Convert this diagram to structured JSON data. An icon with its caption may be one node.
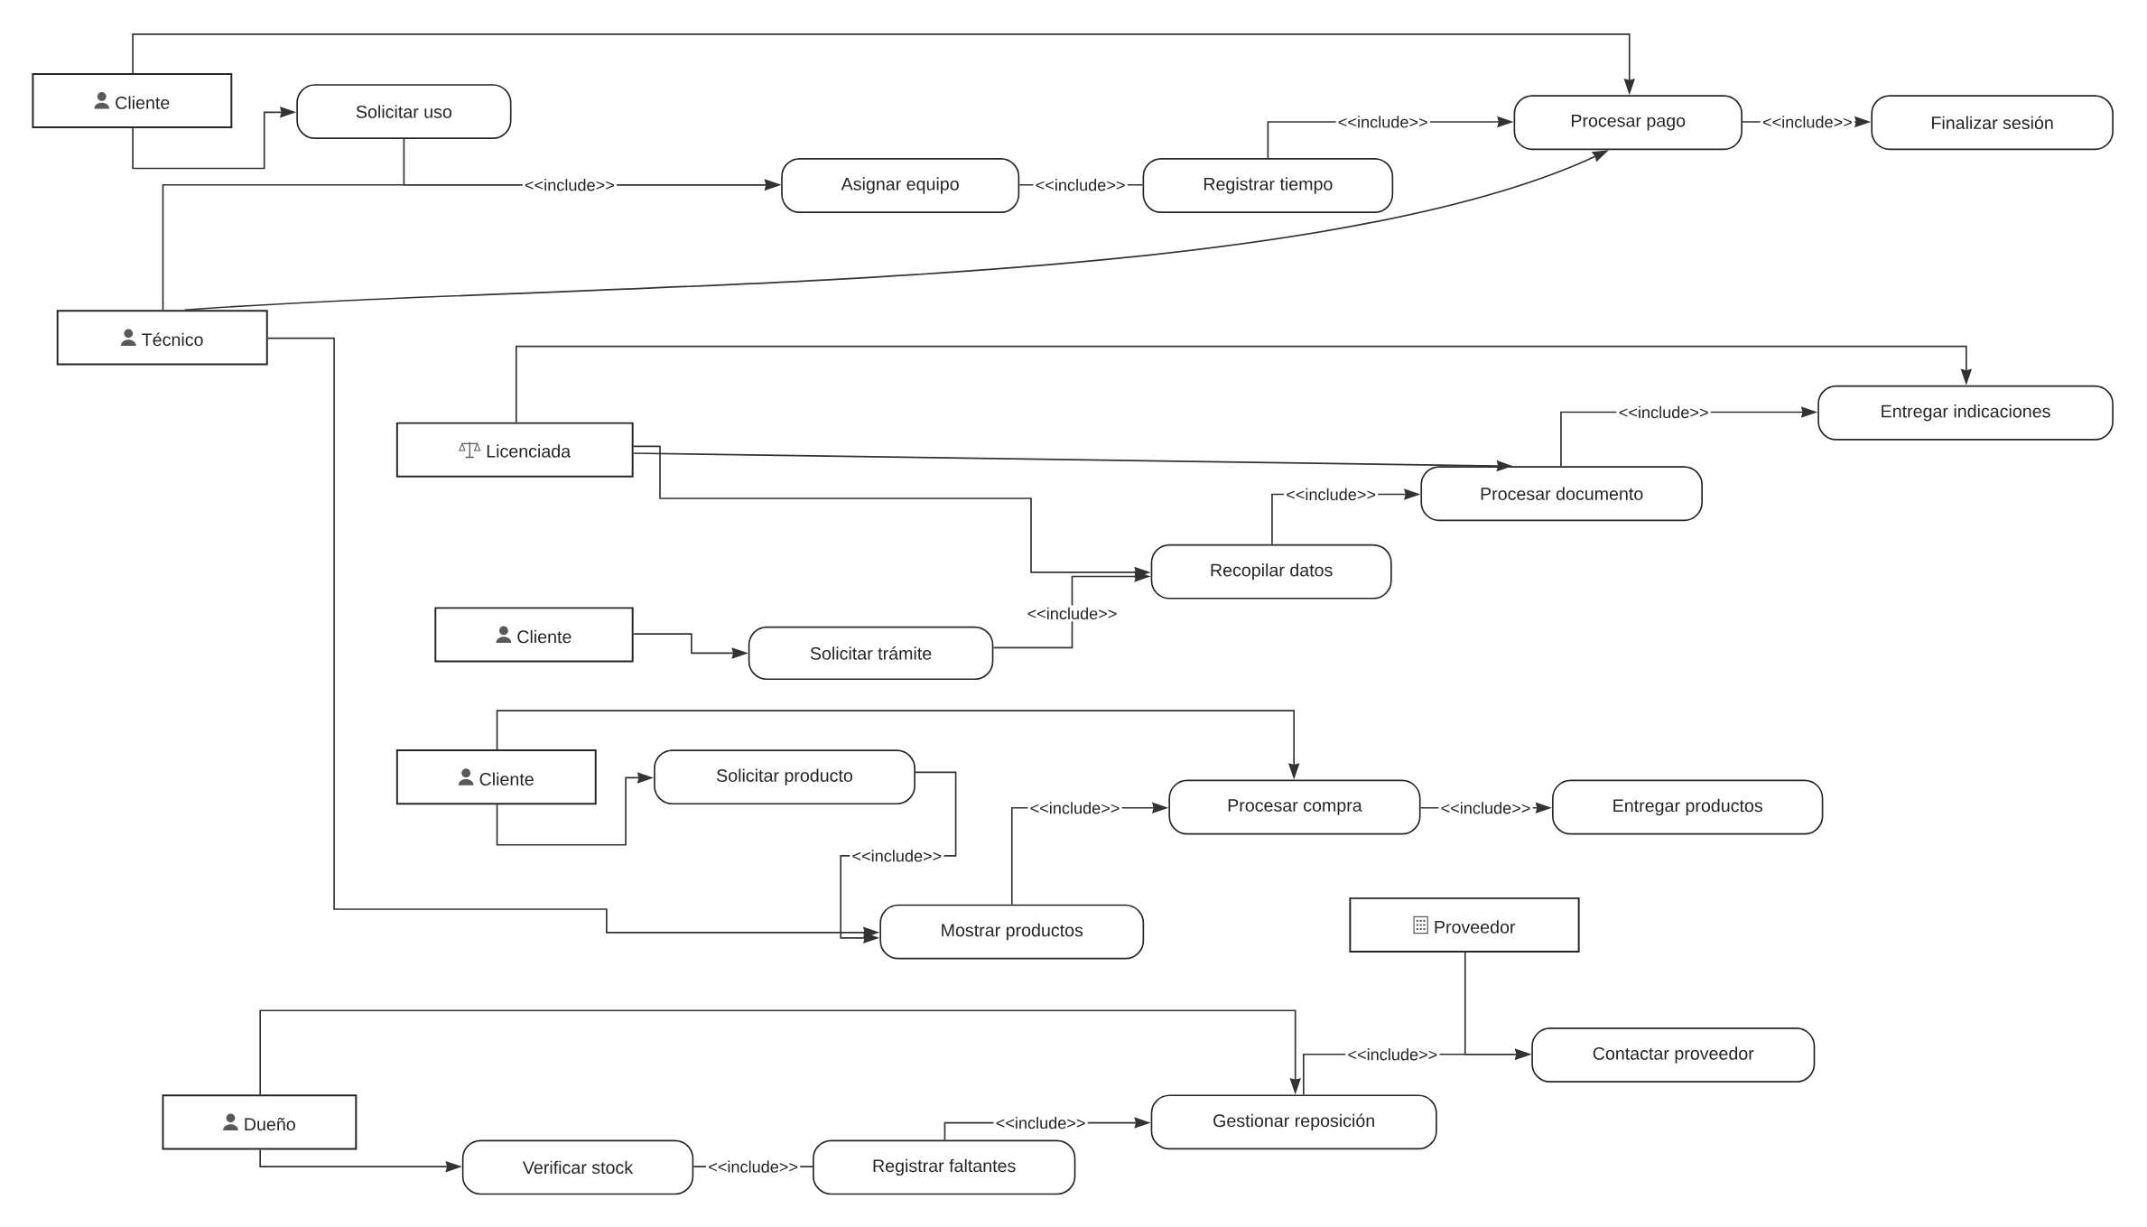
{
  "diagram": {
    "nodes": [
      {
        "text": [
          "Cliente"
        ]
      },
      {
        "text": [
          "Solicitar uso"
        ]
      },
      {
        "text": [
          "Asignar equipo"
        ]
      },
      {
        "text": [
          "Registrar tiempo"
        ]
      },
      {
        "text": [
          "Procesar pago"
        ]
      },
      {
        "text": [
          "Finalizar sesión"
        ]
      },
      {
        "text": [
          "Técnico"
        ]
      },
      {
        "text": [
          "Licenciada"
        ]
      },
      {
        "text": [
          "Entregar indicaciones"
        ]
      },
      {
        "text": [
          "Procesar documento"
        ]
      },
      {
        "text": [
          "Recopilar datos"
        ]
      },
      {
        "text": [
          "Cliente"
        ]
      },
      {
        "text": [
          "Solicitar trámite"
        ]
      },
      {
        "text": [
          "Cliente"
        ]
      },
      {
        "text": [
          "Solicitar producto"
        ]
      },
      {
        "text": [
          "Procesar compra"
        ]
      },
      {
        "text": [
          "Entregar productos"
        ]
      },
      {
        "text": [
          "Mostrar productos"
        ]
      },
      {
        "text": [
          "Proveedor"
        ]
      },
      {
        "text": [
          "Contactar proveedor"
        ]
      },
      {
        "text": [
          "Dueño"
        ]
      },
      {
        "text": [
          "Gestionar reposición"
        ]
      },
      {
        "text": [
          "Verificar stock"
        ]
      },
      {
        "text": [
          "Registrar faltantes"
        ]
      }
    ],
    "edges": [
      {
        "from": 0,
        "to": 4,
        "arrow": "to"
      },
      {
        "from": 0,
        "to": 1,
        "arrow": "to"
      },
      {
        "from": 1,
        "to": 2,
        "arrow": "to",
        "label": "<<include>>"
      },
      {
        "from": 6,
        "to": 2,
        "arrow": "to"
      },
      {
        "from": 2,
        "to": 3,
        "arrow": "none",
        "label": "<<include>>"
      },
      {
        "from": 3,
        "to": 4,
        "arrow": "to",
        "label": "<<include>>"
      },
      {
        "from": 4,
        "to": 5,
        "arrow": "to",
        "label": "<<include>>"
      },
      {
        "from": 6,
        "to": 4,
        "arrow": "to"
      },
      {
        "from": 6,
        "to": 17,
        "arrow": "to"
      },
      {
        "from": 7,
        "to": 8,
        "arrow": "to"
      },
      {
        "from": 7,
        "to": 9,
        "arrow": "to"
      },
      {
        "from": 7,
        "to": 10,
        "arrow": "to"
      },
      {
        "from": 10,
        "to": 9,
        "arrow": "to",
        "label": "<<include>>"
      },
      {
        "from": 9,
        "to": 8,
        "arrow": "to",
        "label": "<<include>>"
      },
      {
        "from": 11,
        "to": 12,
        "arrow": "to"
      },
      {
        "from": 12,
        "to": 10,
        "arrow": "to",
        "label": "<<include>>"
      },
      {
        "from": 13,
        "to": 15,
        "arrow": "to"
      },
      {
        "from": 13,
        "to": 14,
        "arrow": "to"
      },
      {
        "from": 14,
        "to": 17,
        "arrow": "to",
        "label": "<<include>>"
      },
      {
        "from": 17,
        "to": 15,
        "arrow": "to",
        "label": "<<include>>"
      },
      {
        "from": 15,
        "to": 16,
        "arrow": "to",
        "label": "<<include>>"
      },
      {
        "from": 18,
        "to": 19,
        "arrow": "to"
      },
      {
        "from": 21,
        "to": 19,
        "arrow": "to",
        "label": "<<include>>"
      },
      {
        "from": 20,
        "to": 21,
        "arrow": "to"
      },
      {
        "from": 20,
        "to": 22,
        "arrow": "to"
      },
      {
        "from": 22,
        "to": 23,
        "arrow": "none",
        "label": "<<include>>"
      },
      {
        "from": 23,
        "to": 21,
        "arrow": "to",
        "label": "<<include>>"
      }
    ]
  }
}
